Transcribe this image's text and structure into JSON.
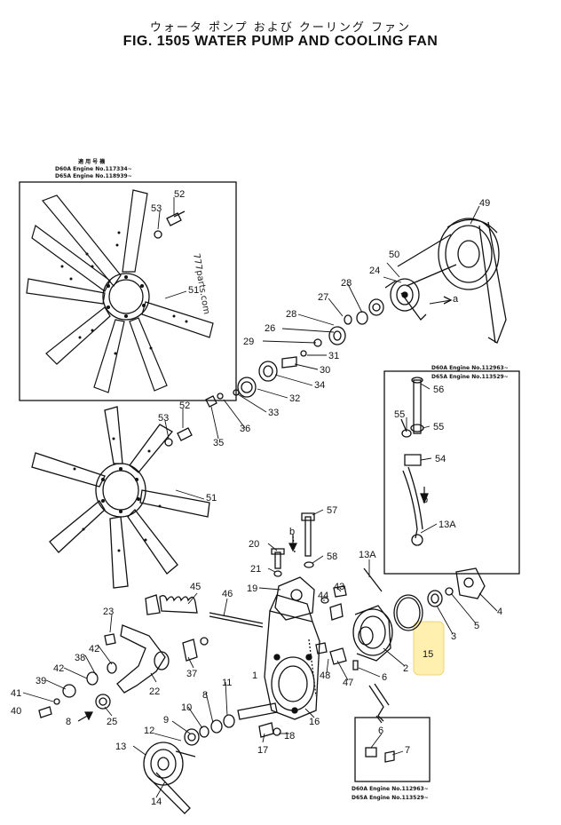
{
  "header": {
    "title_jp": "ウォータ ポンプ および クーリング ファン",
    "title_en": "FIG. 1505  WATER PUMP AND COOLING FAN"
  },
  "watermark": "777parts.com",
  "serial_notes": {
    "top": {
      "heading": "適 用 号 機",
      "line1": "D60A  Engine  No.117334~",
      "line2": "D65A  Engine  No.118939~"
    },
    "right": {
      "heading": "",
      "line1": "D60A  Engine  No.112963~",
      "line2": "D65A  Engine  No.113529~"
    },
    "bottom": {
      "line1": "D60A  Engine  No.112963~",
      "line2": "D65A  Engine  No.113529~"
    }
  },
  "callouts": {
    "c52a": "52",
    "c53a": "53",
    "c51a": "51",
    "c49": "49",
    "c50": "50",
    "c24": "24",
    "c_a": "a",
    "c28a": "28",
    "c27": "27",
    "c28b": "28",
    "c26": "26",
    "c29": "29",
    "c31": "31",
    "c30": "30",
    "c34": "34",
    "c32": "32",
    "c33": "33",
    "c36": "36",
    "c35": "35",
    "c52b": "52",
    "c53b": "53",
    "c51b": "51",
    "c56": "56",
    "c55a": "55",
    "c55b": "55",
    "c54": "54",
    "c_b1": "b",
    "c13A1": "13A",
    "c57": "57",
    "c_b2": "b",
    "c58": "58",
    "c20": "20",
    "c21": "21",
    "c19": "19",
    "c13A2": "13A",
    "c43": "43",
    "c44": "44",
    "c45": "45",
    "c46": "46",
    "c4": "4",
    "c5": "5",
    "c3": "3",
    "c15": "15",
    "c2": "2",
    "c23": "23",
    "c42": "42",
    "c38": "38",
    "c37": "37",
    "c48": "48",
    "c47": "47",
    "c6a": "6",
    "c39": "39",
    "c41": "41",
    "c40": "40",
    "c22": "22",
    "c8a": "8",
    "c25": "25",
    "c8b": "8",
    "c11": "11",
    "c10": "10",
    "c9": "9",
    "c12": "12",
    "c1": "1",
    "c16": "16",
    "c18": "18",
    "c17": "17",
    "c13": "13",
    "c14": "14",
    "c6b": "6",
    "c7": "7"
  },
  "highlight_color": "#fff0b0"
}
